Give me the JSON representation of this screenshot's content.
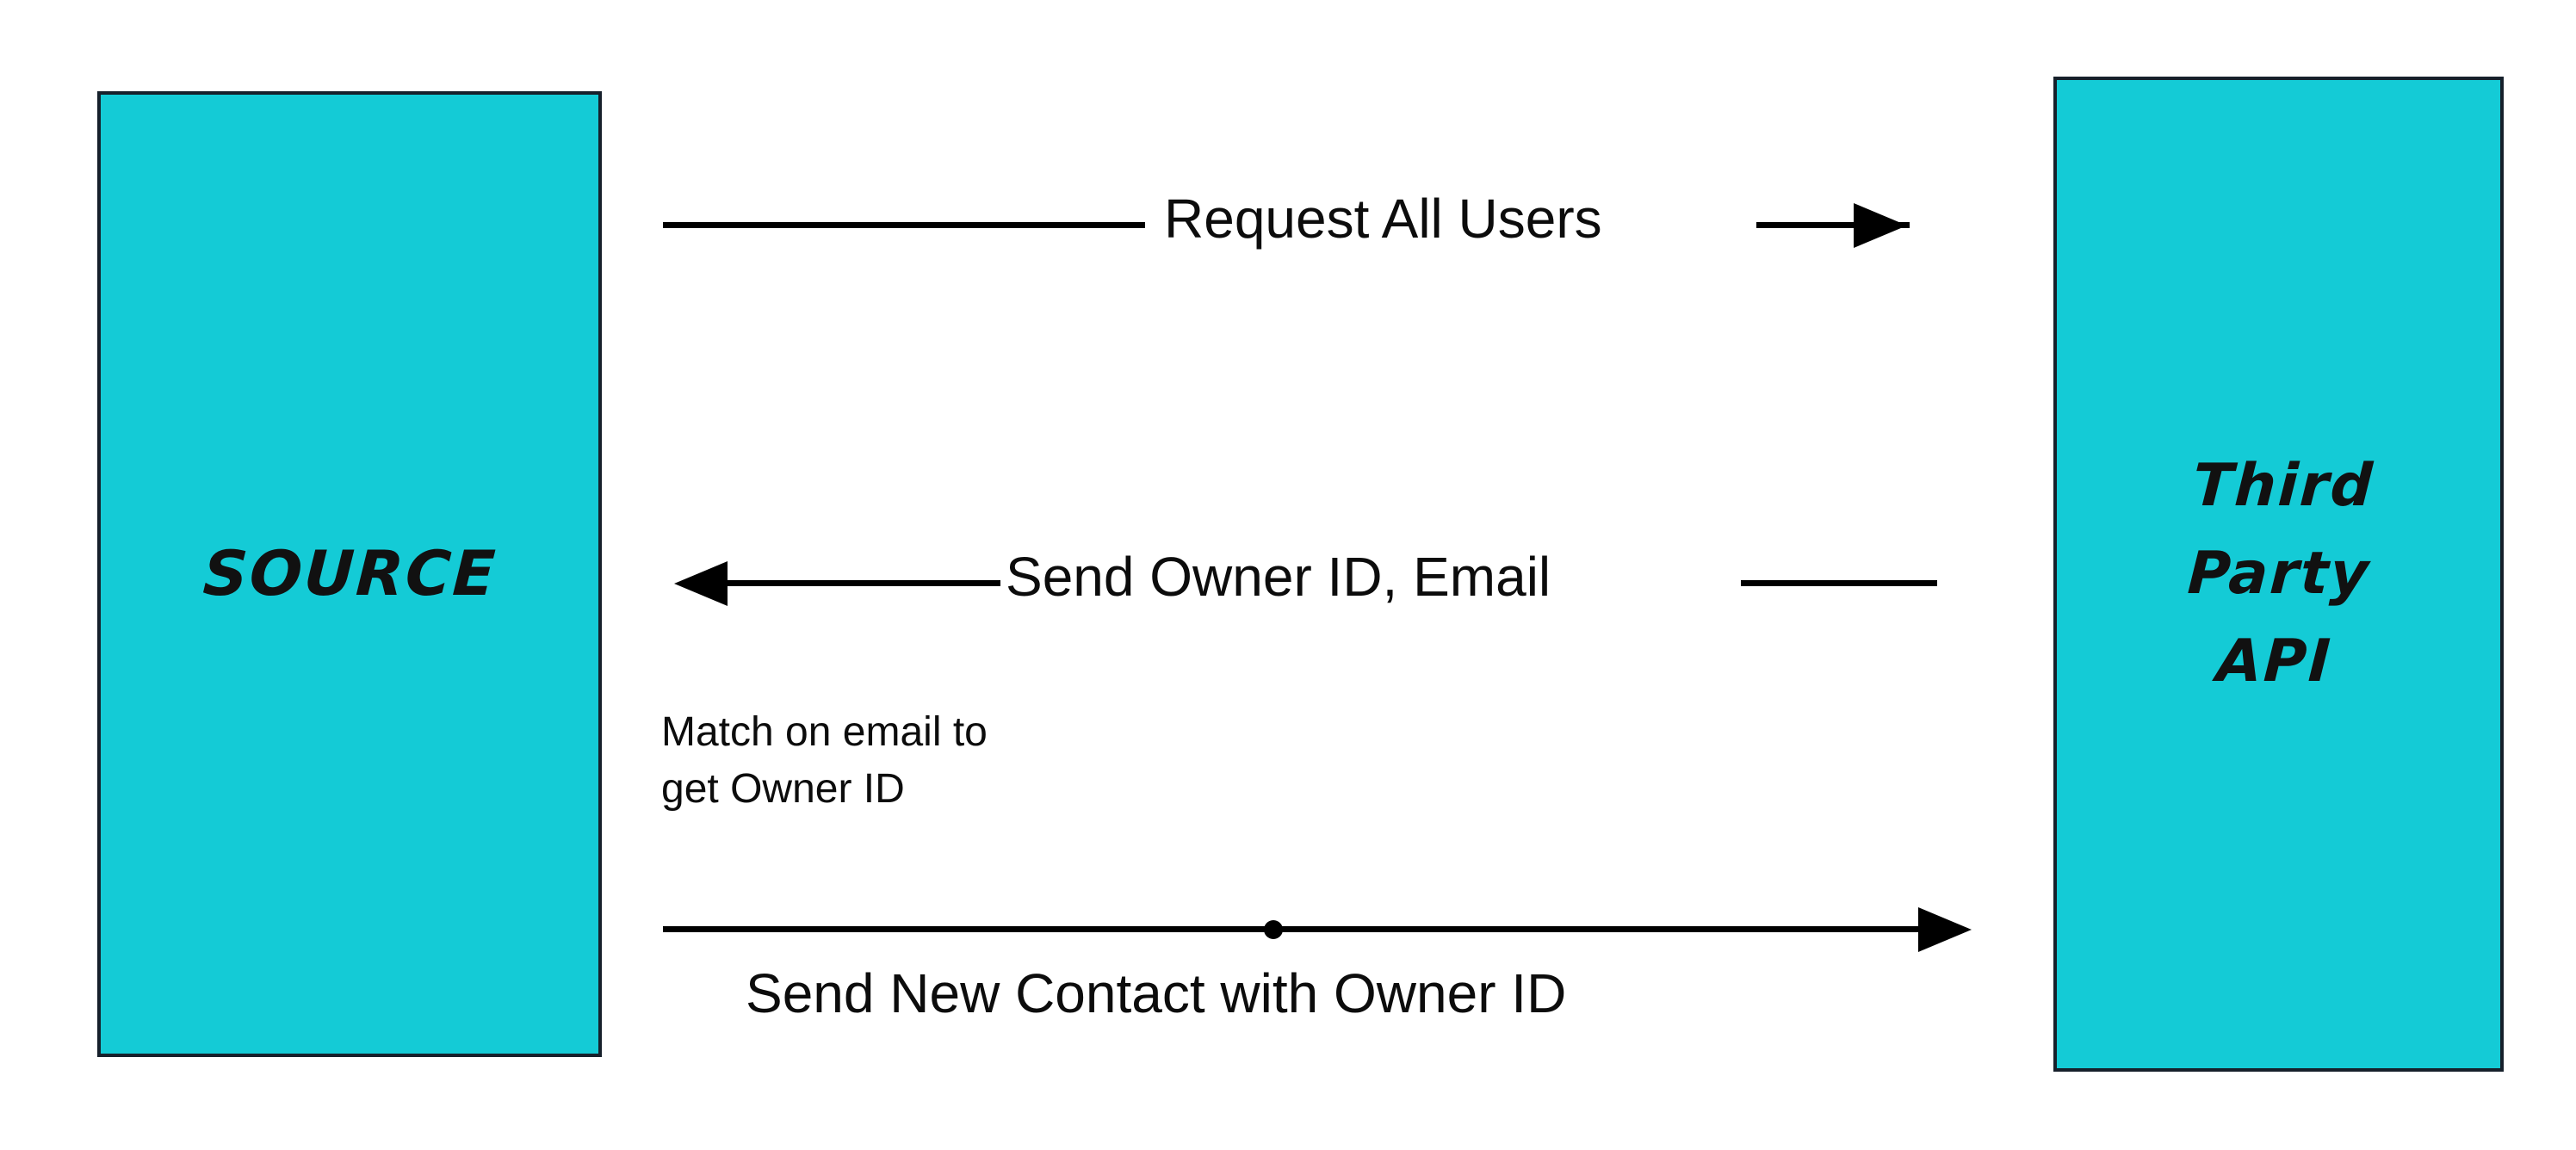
{
  "diagram": {
    "type": "sequence-diagram",
    "background_color": "#ffffff",
    "accent_color": "#14cbd6",
    "border_color": "#16202b",
    "line_color": "#000000",
    "nodes": [
      {
        "id": "source",
        "label": "SOURCE"
      },
      {
        "id": "third-party-api",
        "label": "THIRD PARTY API",
        "line1": "Third",
        "line2": "Party",
        "line3": "API"
      }
    ],
    "messages": [
      {
        "id": "request-all-users",
        "label": "Request All Users",
        "direction": "right",
        "from": "source",
        "to": "third-party-api",
        "marker": "none"
      },
      {
        "id": "send-owner-id-email",
        "label": "Send Owner ID, Email",
        "direction": "left",
        "from": "third-party-api",
        "to": "source",
        "marker": "none"
      },
      {
        "id": "send-new-contact",
        "label": "Send New Contact with Owner ID",
        "direction": "right",
        "from": "source",
        "to": "third-party-api",
        "marker": "dot"
      }
    ],
    "notes": [
      {
        "id": "match-note",
        "text": "Match on email to\nget Owner ID"
      }
    ]
  }
}
